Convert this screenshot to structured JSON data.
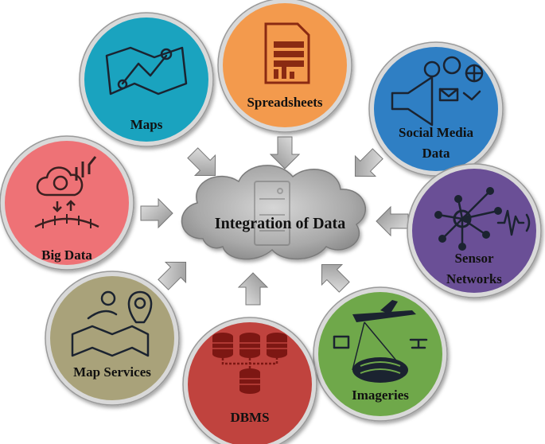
{
  "center": {
    "label": "Integration of Data"
  },
  "nodes": [
    {
      "id": "maps",
      "lines": [
        "Maps"
      ],
      "color": "#1aa3bf",
      "icon": "map-route-icon"
    },
    {
      "id": "spreadsheets",
      "lines": [
        "Spreadsheets"
      ],
      "color": "#f39a4d",
      "icon": "spreadsheet-icon"
    },
    {
      "id": "social-media",
      "lines": [
        "Social Media",
        "Data"
      ],
      "color": "#2f7fc4",
      "icon": "megaphone-icon"
    },
    {
      "id": "sensor-networks",
      "lines": [
        "Sensor",
        "Networks"
      ],
      "color": "#6a4f96",
      "icon": "sensor-network-icon"
    },
    {
      "id": "imageries",
      "lines": [
        "Imageries"
      ],
      "color": "#6fa84a",
      "icon": "aircraft-imaging-icon"
    },
    {
      "id": "dbms",
      "lines": [
        "DBMS"
      ],
      "color": "#c0433e",
      "icon": "database-icon"
    },
    {
      "id": "map-services",
      "lines": [
        "Map Services"
      ],
      "color": "#a9a27a",
      "icon": "map-service-icon"
    },
    {
      "id": "big-data",
      "lines": [
        "Big Data"
      ],
      "color": "#ee7276",
      "icon": "cloud-data-icon"
    }
  ]
}
